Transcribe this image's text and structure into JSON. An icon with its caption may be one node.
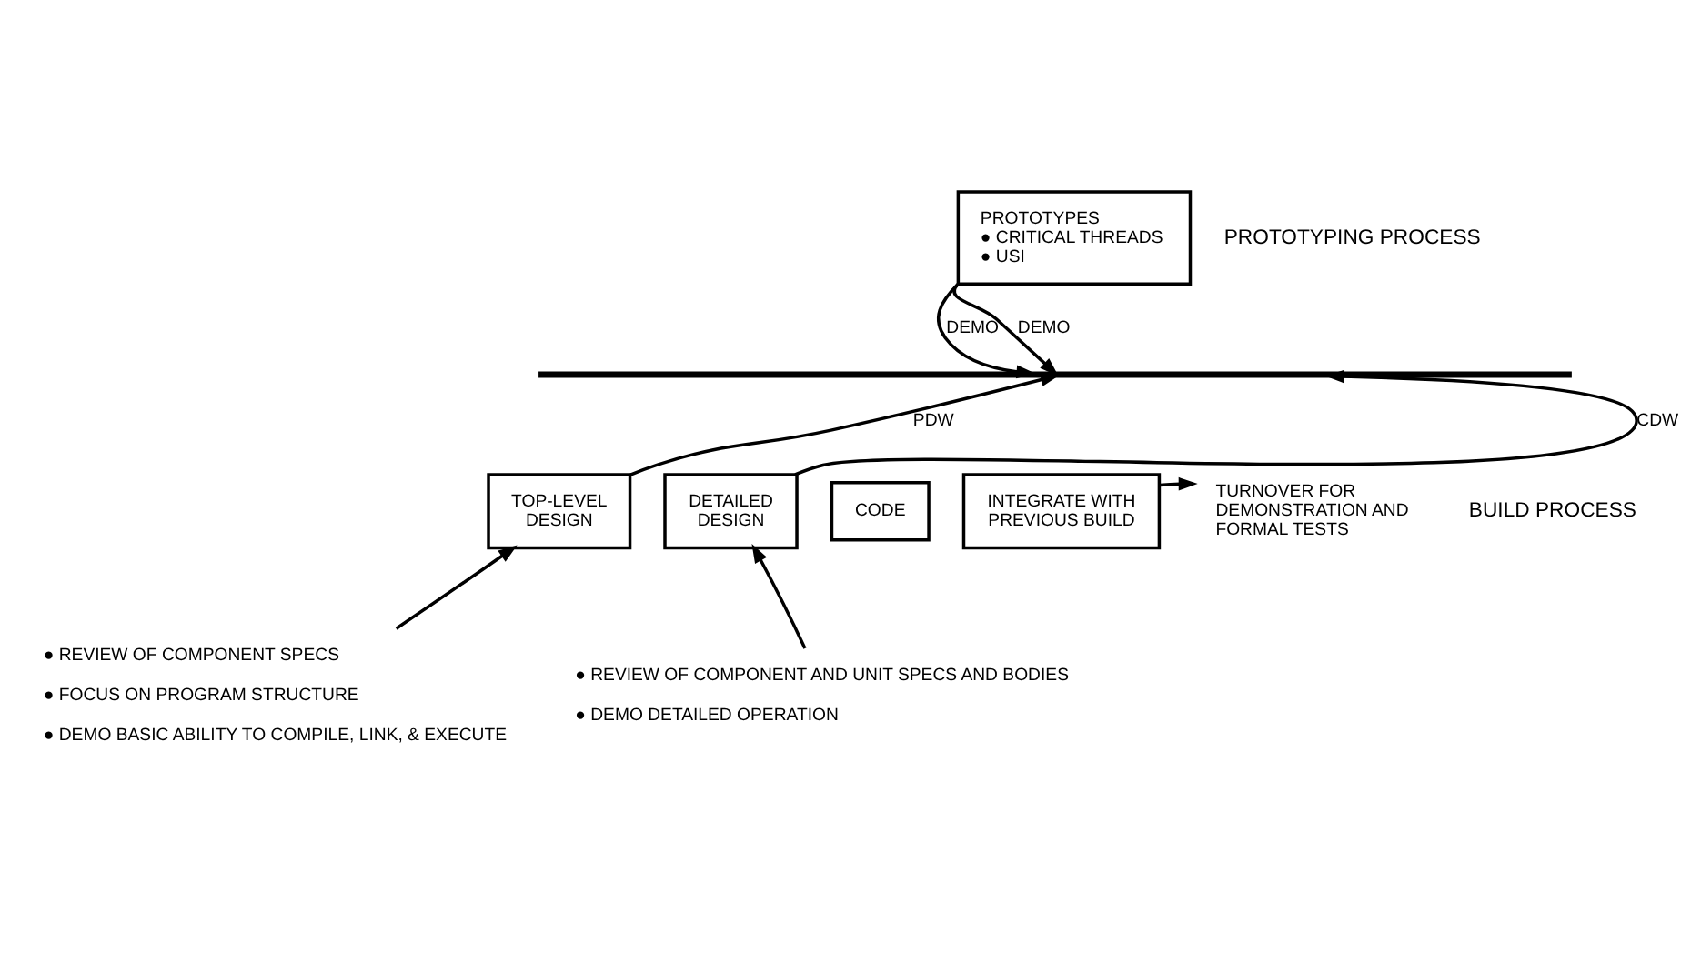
{
  "diagram": {
    "nodes": [
      {
        "text": [
          "PROTOTYPES",
          "● CRITICAL THREADS",
          "● USI"
        ]
      },
      {
        "text": [],
        "shape": "bar"
      },
      {
        "text": [
          "TOP-LEVEL DESIGN"
        ]
      },
      {
        "text": [
          "DETAILED DESIGN"
        ]
      },
      {
        "text": [
          "CODE"
        ]
      },
      {
        "text": [
          "INTEGRATE WITH PREVIOUS BUILD"
        ]
      },
      {
        "text": [
          "TURNOVER FOR DEMONSTRATION AND FORMAL TESTS"
        ]
      },
      {
        "text": [
          "● REVIEW OF COMPONENT SPECS",
          "● FOCUS ON PROGRAM STRUCTURE",
          "● DEMO BASIC ABILITY TO COMPILE, LINK, & EXECUTE"
        ]
      },
      {
        "text": [
          "● REVIEW OF COMPONENT AND UNIT SPECS AND BODIES",
          "● DEMO DETAILED OPERATION"
        ]
      }
    ],
    "edges": [
      {
        "from": 0,
        "to": 1,
        "arrow": "to",
        "label": "DEMO"
      },
      {
        "from": 0,
        "to": 1,
        "arrow": "to",
        "label": "DEMO"
      },
      {
        "from": 2,
        "to": 1,
        "arrow": "to",
        "label": "PDW"
      },
      {
        "from": 3,
        "to": 1,
        "arrow": "to",
        "label": "CDW"
      },
      {
        "from": 5,
        "to": 6,
        "arrow": "to"
      },
      {
        "from": 7,
        "to": 2,
        "arrow": "to"
      },
      {
        "from": 8,
        "to": 3,
        "arrow": "to"
      }
    ],
    "labels": [
      "PROTOTYPING PROCESS",
      "BUILD PROCESS"
    ]
  }
}
